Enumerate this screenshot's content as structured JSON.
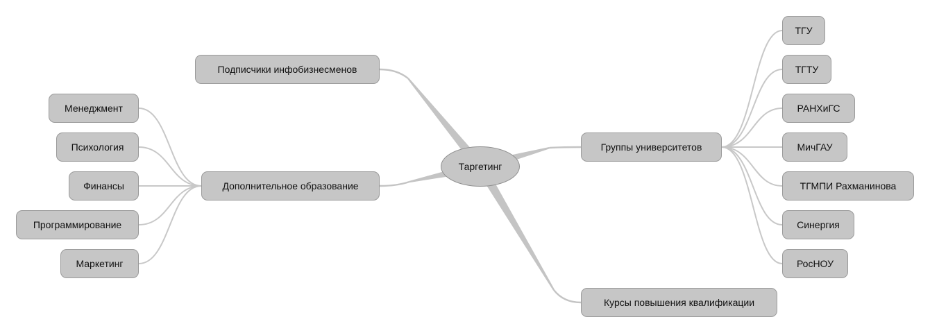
{
  "center": "Таргетинг",
  "branches": {
    "subscribers": "Подписчики инфобизнесменов",
    "education": "Дополнительное образование",
    "universities": "Группы университетов",
    "courses": "Курсы повышения квалификации"
  },
  "education_children": [
    "Менеджмент",
    "Психология",
    "Финансы",
    "Программирование",
    "Маркетинг"
  ],
  "university_children": [
    "ТГУ",
    "ТГТУ",
    "РАНХиГС",
    "МичГАУ",
    "ТГМПИ Рахманинова",
    "Синергия",
    "РосНОУ"
  ],
  "colors": {
    "node_fill": "#c6c6c6",
    "node_border": "#9a9a9a",
    "connector": "#c4c4c4"
  }
}
